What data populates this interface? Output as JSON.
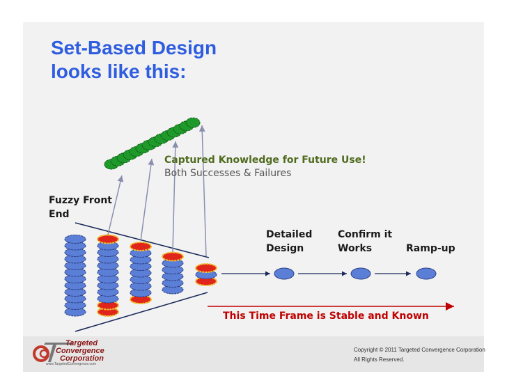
{
  "title": {
    "line1": "Set-Based Design",
    "line2": "looks like this:"
  },
  "knowledge": {
    "line1": "Captured Knowledge for Future Use!",
    "line2": "Both Successes & Failures"
  },
  "labels": {
    "fuzzy_front_1": "Fuzzy Front",
    "fuzzy_front_2": "End",
    "detailed_1": "Detailed",
    "detailed_2": "Design",
    "confirm_1": "Confirm it",
    "confirm_2": "Works",
    "rampup": "Ramp-up",
    "timeframe": "This Time Frame is Stable and Known"
  },
  "footer": {
    "copyright_1": "Copyright © 2011 Targeted Convergence Corporation",
    "copyright_2": "All Rights Reserved.",
    "logo_1": "Targeted",
    "logo_2": "Convergence",
    "logo_3": "Corporation",
    "logo_url": "www.TargetedConvergence.com"
  },
  "colors": {
    "title": "#2F5DE0",
    "blue_node": "#5B7FD6",
    "red_node": "#E0251B",
    "green_node": "#1F9A2A",
    "timeline": "#C00000"
  },
  "diagram": {
    "columns": [
      {
        "total": 12,
        "red": 0
      },
      {
        "total": 12,
        "red": 3
      },
      {
        "total": 9,
        "red": 2
      },
      {
        "total": 6,
        "red": 1
      },
      {
        "total": 3,
        "red": 2
      }
    ],
    "green_blobs": 14
  }
}
